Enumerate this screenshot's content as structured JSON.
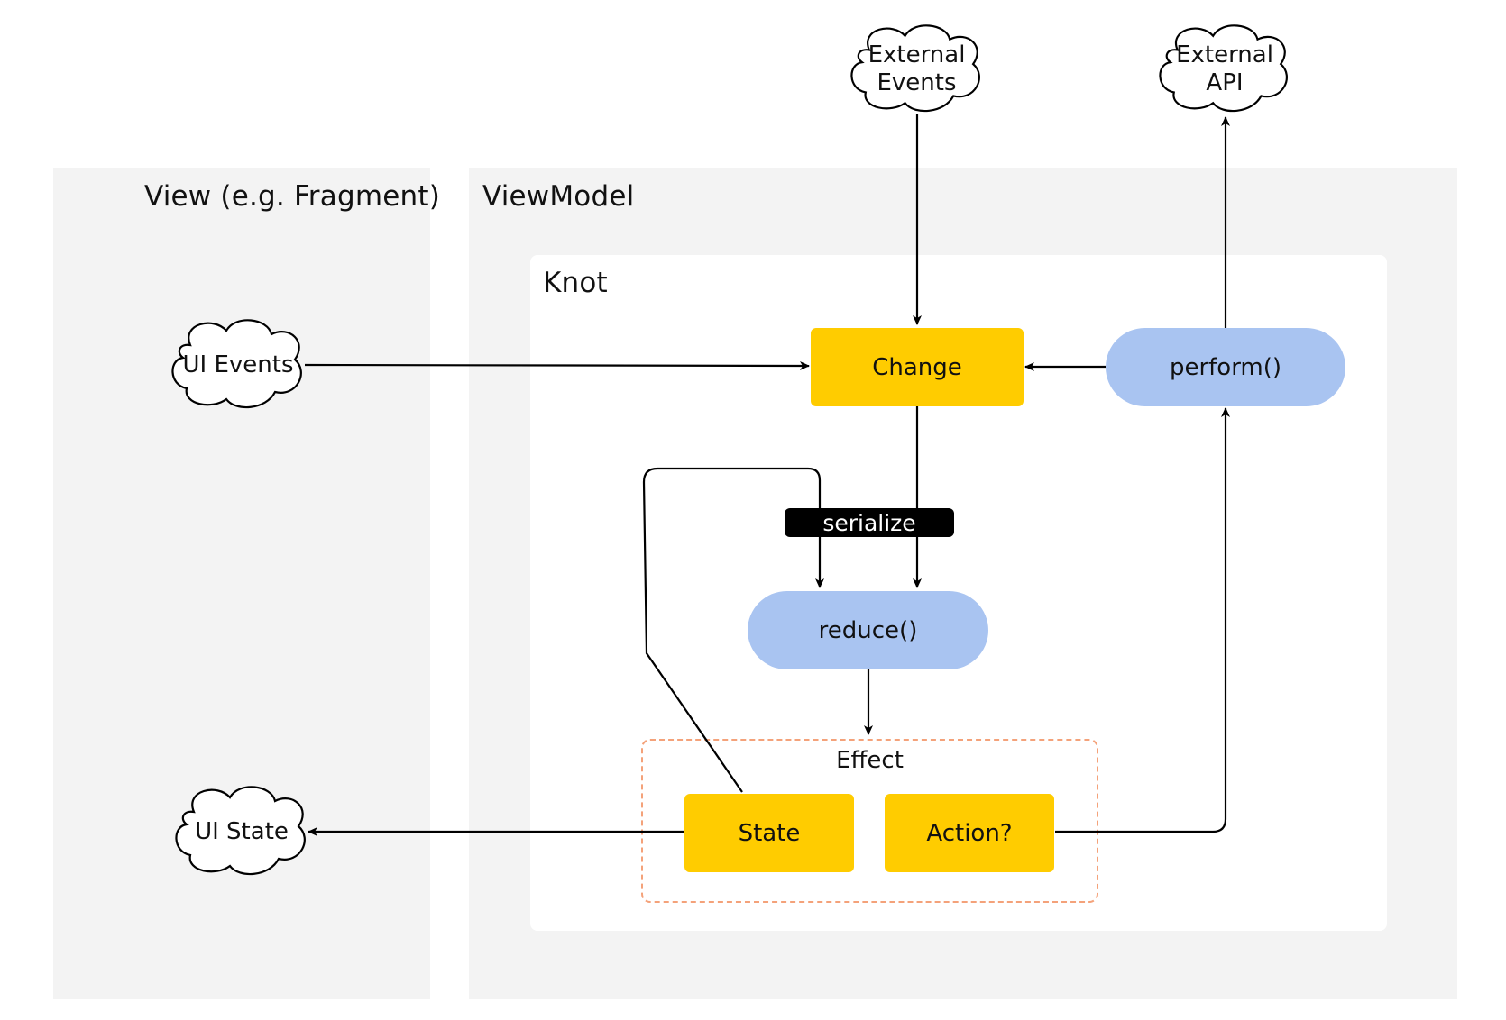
{
  "panels": {
    "view_title": "View (e.g. Fragment)",
    "viewmodel_title": "ViewModel",
    "knot_title": "Knot"
  },
  "clouds": {
    "external_events": "External\nEvents",
    "external_api": "External\nAPI",
    "ui_events": "UI Events",
    "ui_state": "UI State"
  },
  "nodes": {
    "change": "Change",
    "perform": "perform()",
    "serialize": "serialize",
    "reduce": "reduce()",
    "effect": "Effect",
    "state": "State",
    "action": "Action?"
  },
  "colors": {
    "box": "#ffcc00",
    "pill": "#a9c4f1",
    "panel": "#f3f3f3",
    "effect_border": "#f4a27a"
  }
}
